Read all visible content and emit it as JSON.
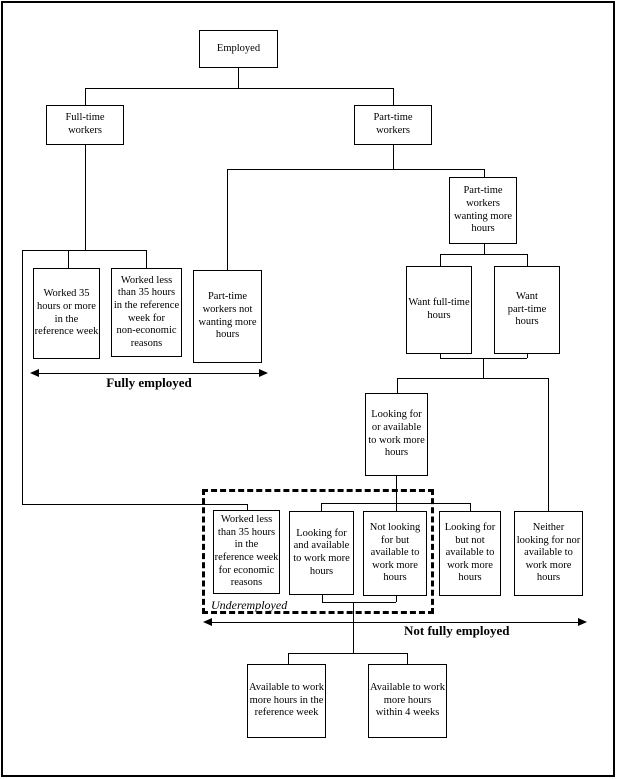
{
  "diagram": {
    "nodes": {
      "employed": "Employed",
      "full_time_workers": "Full-time\nworkers",
      "part_time_workers": "Part-time\nworkers",
      "part_time_wanting_more": "Part-time\nworkers\nwanting more\nhours",
      "worked_35_or_more": "Worked 35\nhours or more\nin the\nreference week",
      "worked_less_non_economic": "Worked less\nthan 35 hours\nin the reference\nweek for\nnon-economic\nreasons",
      "part_time_not_wanting": "Part-time\nworkers not\nwanting more\nhours",
      "want_full_time": "Want full-time\nhours",
      "want_part_time": "Want\npart-time\nhours",
      "looking_or_available": "Looking for\nor available\nto work more\nhours",
      "worked_less_economic": "Worked less\nthan 35 hours\nin the\nreference week\nfor economic\nreasons",
      "looking_and_available": "Looking for\nand available\nto work more\nhours",
      "not_looking_but_available": "Not looking\nfor but\navailable to\nwork more\nhours",
      "looking_not_available": "Looking for\nbut not\navailable to\nwork more\nhours",
      "neither_looking_nor_available": "Neither\nlooking for nor\navailable to\nwork more\nhours",
      "available_reference_week": "Available to work\nmore hours in the\nreference week",
      "available_4_weeks": "Available to work\nmore hours\nwithin 4 weeks"
    },
    "labels": {
      "fully_employed": "Fully employed",
      "underemployed": "Underemployed",
      "not_fully_employed": "Not fully employed"
    },
    "colors": {
      "line": "#000000",
      "background": "#ffffff"
    }
  }
}
